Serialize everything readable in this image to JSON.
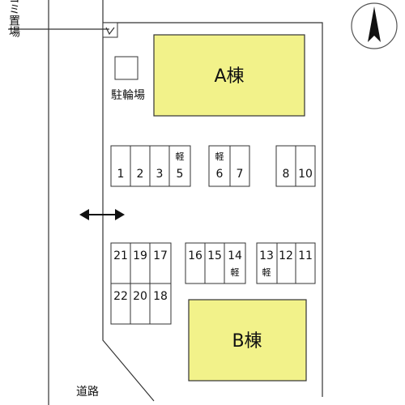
{
  "colors": {
    "building_fill": "#f2f28a",
    "line": "#333333",
    "background": "#ffffff"
  },
  "labels": {
    "garbage": "ゴミ置場",
    "bicycle": "駐輪場",
    "road": "道路",
    "building_a": "A棟",
    "building_b": "B棟",
    "kei": "軽"
  },
  "icons": {
    "north": "north-arrow-icon",
    "entrance": "double-arrow-icon"
  },
  "parking": {
    "row1_left": [
      "1",
      "2",
      "3",
      "5"
    ],
    "row1_mid": [
      "6",
      "7"
    ],
    "row1_right": [
      "8",
      "10"
    ],
    "row2_left_top": [
      "21",
      "19",
      "17"
    ],
    "row2_left_bottom": [
      "22",
      "20",
      "18"
    ],
    "row2_mid": [
      "16",
      "15",
      "14"
    ],
    "row2_right": [
      "13",
      "12",
      "11"
    ]
  }
}
